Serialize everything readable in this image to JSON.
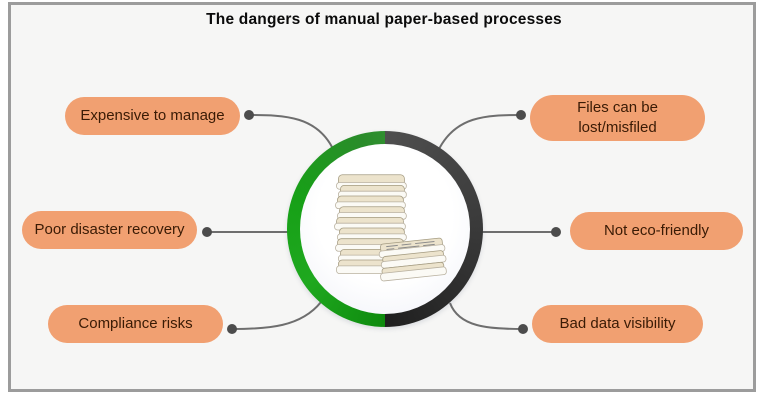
{
  "title": "The dangers of manual paper-based processes",
  "center": {
    "icon": "paper-stack",
    "description": "stack of paper documents"
  },
  "items": {
    "left": [
      {
        "label": "Expensive to manage"
      },
      {
        "label": "Poor disaster recovery"
      },
      {
        "label": "Compliance risks"
      }
    ],
    "right": [
      {
        "label": "Files can be lost/misfiled"
      },
      {
        "label": "Not eco-friendly"
      },
      {
        "label": "Bad data visibility"
      }
    ]
  },
  "colors": {
    "pill_fill": "#F1A071",
    "pill_text": "#3A1B05",
    "ring_green": "#1B9C1B",
    "ring_dark": "#3A3A3A",
    "connector": "#6E6E6E",
    "panel_background": "#F6F6F5",
    "panel_border": "#9C9C9C"
  }
}
